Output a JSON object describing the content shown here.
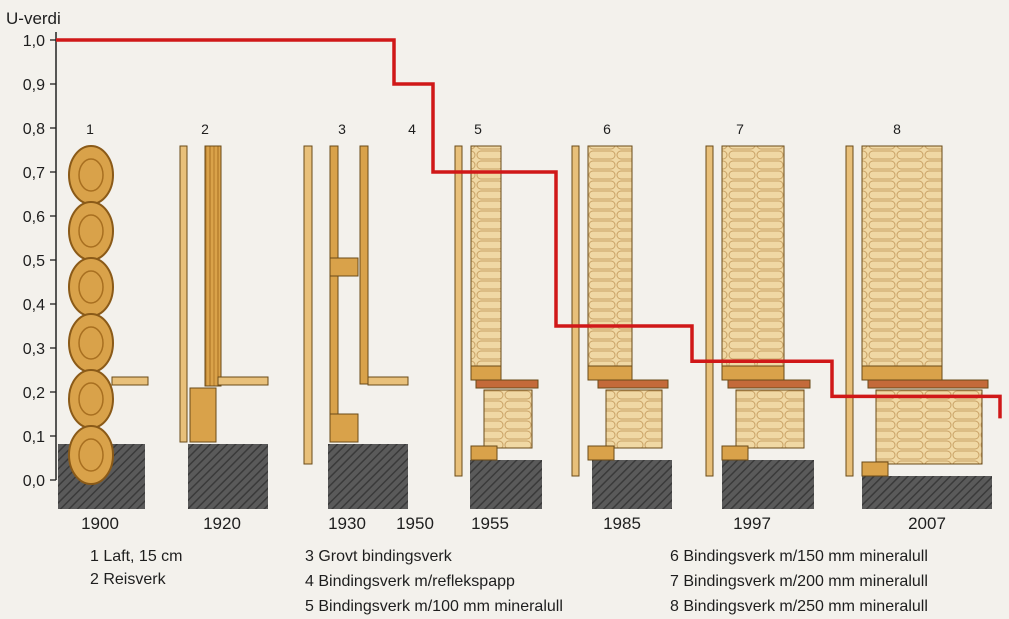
{
  "chart_data": {
    "type": "line",
    "ylabel": "U-verdi",
    "yticks": [
      "1,0",
      "0,9",
      "0,8",
      "0,7",
      "0,6",
      "0,5",
      "0,4",
      "0,3",
      "0,2",
      "0,1",
      "0,0"
    ],
    "ylim": [
      0,
      1.0
    ],
    "construction_numbers": [
      "1",
      "2",
      "3",
      "4",
      "5",
      "6",
      "7",
      "8"
    ],
    "years": [
      "1900",
      "1920",
      "1930",
      "1950",
      "1955",
      "1985",
      "1997",
      "2007"
    ],
    "series": [
      {
        "color": "#d01818",
        "x": [
          "1900",
          "1920",
          "1930",
          "1950",
          "1955",
          "1985",
          "1997",
          "2007"
        ],
        "values": [
          1.0,
          1.0,
          0.9,
          0.7,
          0.35,
          0.27,
          0.19,
          0.14
        ]
      }
    ],
    "legend": [
      "1 Laft, 15 cm",
      "2 Reisverk",
      "3 Grovt bindingsverk",
      "4 Bindingsverk m/reflekspapp",
      "5 Bindingsverk m/100 mm mineralull",
      "6 Bindingsverk m/150 mm mineralull",
      "7 Bindingsverk m/200 mm mineralull",
      "8 Bindingsverk m/250 mm mineralull"
    ],
    "grid": false
  }
}
